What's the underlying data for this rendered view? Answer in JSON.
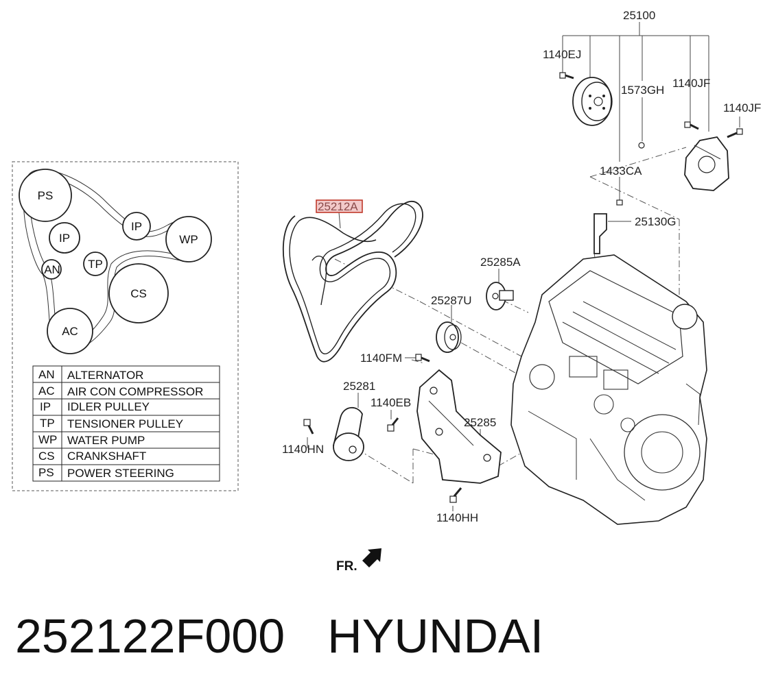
{
  "belt_routing": {
    "pulleys": {
      "ps": "PS",
      "ip_top": "IP",
      "wp": "WP",
      "ip_left": "IP",
      "an": "AN",
      "tp": "TP",
      "cs": "CS",
      "ac": "AC"
    },
    "legend": [
      {
        "code": "AN",
        "name": "ALTERNATOR"
      },
      {
        "code": "AC",
        "name": "AIR CON COMPRESSOR"
      },
      {
        "code": "IP",
        "name": "IDLER PULLEY"
      },
      {
        "code": "TP",
        "name": " TENSIONER PULLEY"
      },
      {
        "code": "WP",
        "name": " WATER PUMP"
      },
      {
        "code": "CS",
        "name": "CRANKSHAFT"
      },
      {
        "code": "PS",
        "name": "POWER STEERING"
      }
    ]
  },
  "callouts": {
    "p25100": "25100",
    "p1140EJ": "1140EJ",
    "p1573GH": "1573GH",
    "p1140JF_a": "1140JF",
    "p1140JF_b": "1140JF",
    "p1433CA": "1433CA",
    "p25130G": "25130G",
    "p25212A": "25212A",
    "p25285A": "25285A",
    "p25287U": "25287U",
    "p1140FM": "1140FM",
    "p25281": "25281",
    "p1140EB": "1140EB",
    "p25285": "25285",
    "p1140HN": "1140HN",
    "p1140HH": "1140HH",
    "front": "FR."
  },
  "footer": {
    "part_number": "252122F000",
    "brand": "HYUNDAI"
  }
}
